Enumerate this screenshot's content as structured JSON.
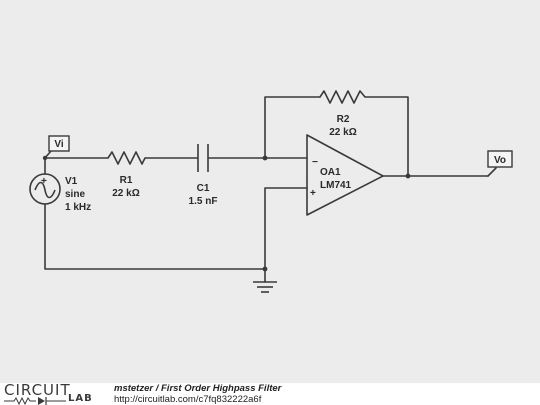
{
  "components": {
    "v1": {
      "name": "V1",
      "type": "sine",
      "freq": "1 kHz"
    },
    "r1": {
      "name": "R1",
      "value": "22 kΩ"
    },
    "c1": {
      "name": "C1",
      "value": "1.5 nF"
    },
    "r2": {
      "name": "R2",
      "value": "22 kΩ"
    },
    "oa1": {
      "name": "OA1",
      "part": "LM741",
      "minus": "−",
      "plus": "+"
    }
  },
  "nodes": {
    "vi": "Vi",
    "vo": "Vo"
  },
  "footer": {
    "author": "mstetzer",
    "separator": " / ",
    "title": "First Order Highpass Filter",
    "url": "http://circuitlab.com/c7fq832222a6f",
    "logo_top": "CIRCUIT",
    "logo_bottom": "LAB"
  }
}
